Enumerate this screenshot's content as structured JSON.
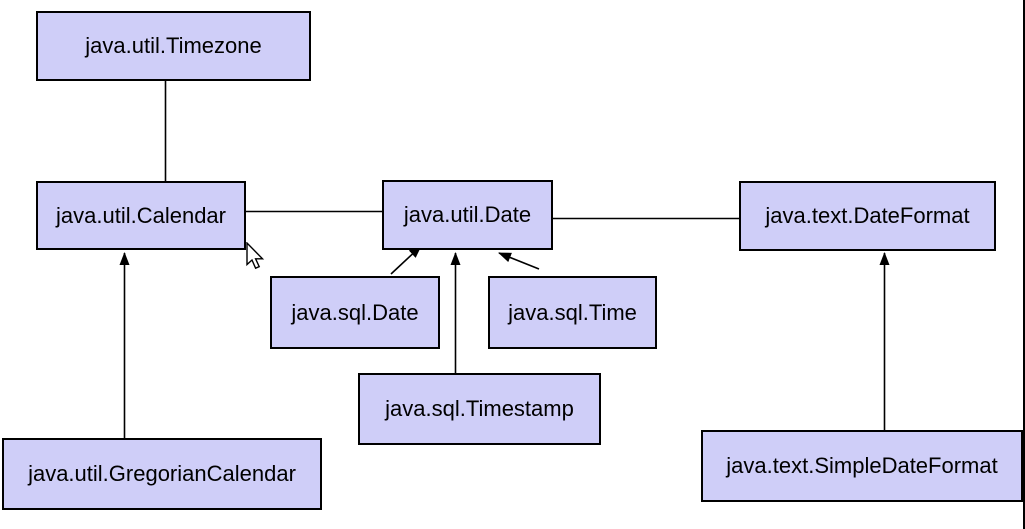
{
  "diagram": {
    "background_color": "#ffffff",
    "node_fill_color": "#cfcef8",
    "node_border_color": "#000000",
    "line_color": "#000000",
    "nodes": [
      {
        "id": "timezone",
        "label": "java.util.Timezone"
      },
      {
        "id": "calendar",
        "label": "java.util.Calendar"
      },
      {
        "id": "util-date",
        "label": "java.util.Date"
      },
      {
        "id": "date-format",
        "label": "java.text.DateFormat"
      },
      {
        "id": "sql-date",
        "label": "java.sql.Date"
      },
      {
        "id": "sql-time",
        "label": "java.sql.Time"
      },
      {
        "id": "sql-timestamp",
        "label": "java.sql.Timestamp"
      },
      {
        "id": "gregorian-calendar",
        "label": "java.util.GregorianCalendar"
      },
      {
        "id": "simple-date-format",
        "label": "java.text.SimpleDateFormat"
      }
    ],
    "edges": [
      {
        "from": "java.util.Timezone",
        "to": "java.util.Calendar",
        "type": "line"
      },
      {
        "from": "java.util.Calendar",
        "to": "java.util.Date",
        "type": "line"
      },
      {
        "from": "java.util.Date",
        "to": "java.text.DateFormat",
        "type": "line"
      },
      {
        "from": "java.util.GregorianCalendar",
        "to": "java.util.Calendar",
        "type": "arrow-up"
      },
      {
        "from": "java.sql.Date",
        "to": "java.util.Date",
        "type": "arrow-up"
      },
      {
        "from": "java.sql.Timestamp",
        "to": "java.util.Date",
        "type": "arrow-up"
      },
      {
        "from": "java.sql.Time",
        "to": "java.util.Date",
        "type": "arrow-up"
      },
      {
        "from": "java.text.SimpleDateFormat",
        "to": "java.text.DateFormat",
        "type": "arrow-up"
      }
    ]
  }
}
